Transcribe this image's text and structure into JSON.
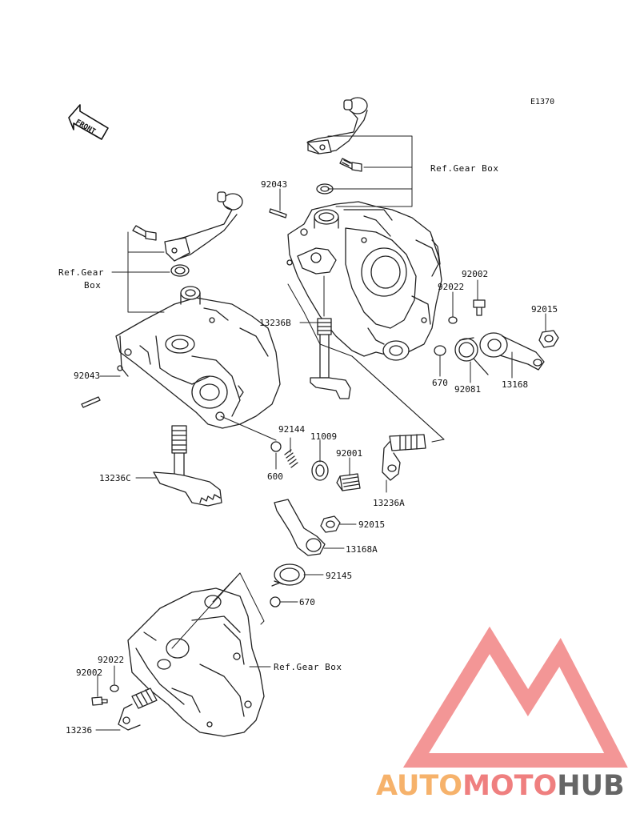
{
  "diagram": {
    "code": "E1370",
    "front_label": "FRONT",
    "callouts": {
      "p92043_top": "92043",
      "ref_gear_box_top": "Ref.Gear Box",
      "ref_gear_box_left_1": "Ref.Gear",
      "ref_gear_box_left_2": "Box",
      "p92002_right": "92002",
      "p92022_right": "92022",
      "p92015_right": "92015",
      "p13236B": "13236B",
      "p670_right": "670",
      "p92081": "92081",
      "p13168": "13168",
      "p92043_left": "92043",
      "p92144": "92144",
      "p11009": "11009",
      "p92001": "92001",
      "p600": "600",
      "p13236C": "13236C",
      "p13236A": "13236A",
      "p92015_mid": "92015",
      "p13168A": "13168A",
      "p92145": "92145",
      "p670_mid": "670",
      "p92022_low": "92022",
      "p92002_low": "92002",
      "ref_gear_box_low": "Ref.Gear Box",
      "p13236": "13236"
    }
  },
  "watermark": {
    "part1": "AUTO",
    "part2": "MOTO",
    "part3": "HUB",
    "color1": "#f6b26b",
    "color2": "#ef7f7f",
    "color3": "#666666",
    "logo_color": "#ee6a6a"
  }
}
